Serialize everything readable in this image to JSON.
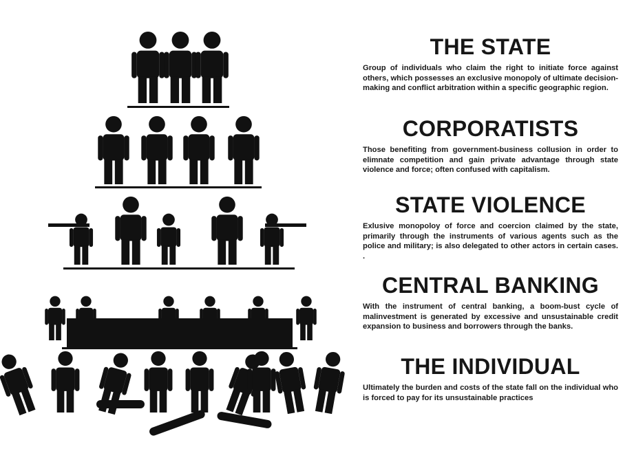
{
  "sections": [
    {
      "title": "THE STATE",
      "text": "Group of individuals who claim the right to initiate force against others, which possesses an exclusive monopoly of ultimate decision-making and conflict arbitration within a specific geographic region."
    },
    {
      "title": "CORPORATISTS",
      "text": "Those benefiting from government-business collusion in order to elimnate competition and gain private advantage through state violence and force; often confused with capitalism."
    },
    {
      "title": "STATE VIOLENCE",
      "text": "Exlusive monopoloy of force and coercion claimed by the state, primarily through the instruments of various agents such as the police and military; is also delegated to other actors in certain cases.                                                                                              ."
    },
    {
      "title": "CENTRAL BANKING",
      "text": "With the instrument of central banking, a boom-bust cycle of malinvestment is generated by excessive and unsustainable credit expansion to business and borrowers through the banks."
    },
    {
      "title": "THE INDIVIDUAL",
      "text": "Ultimately the burden and costs of the state fall on the individual who is forced to pay for its unsustainable practices"
    }
  ],
  "colors": {
    "ink": "#111111",
    "background": "#ffffff"
  }
}
